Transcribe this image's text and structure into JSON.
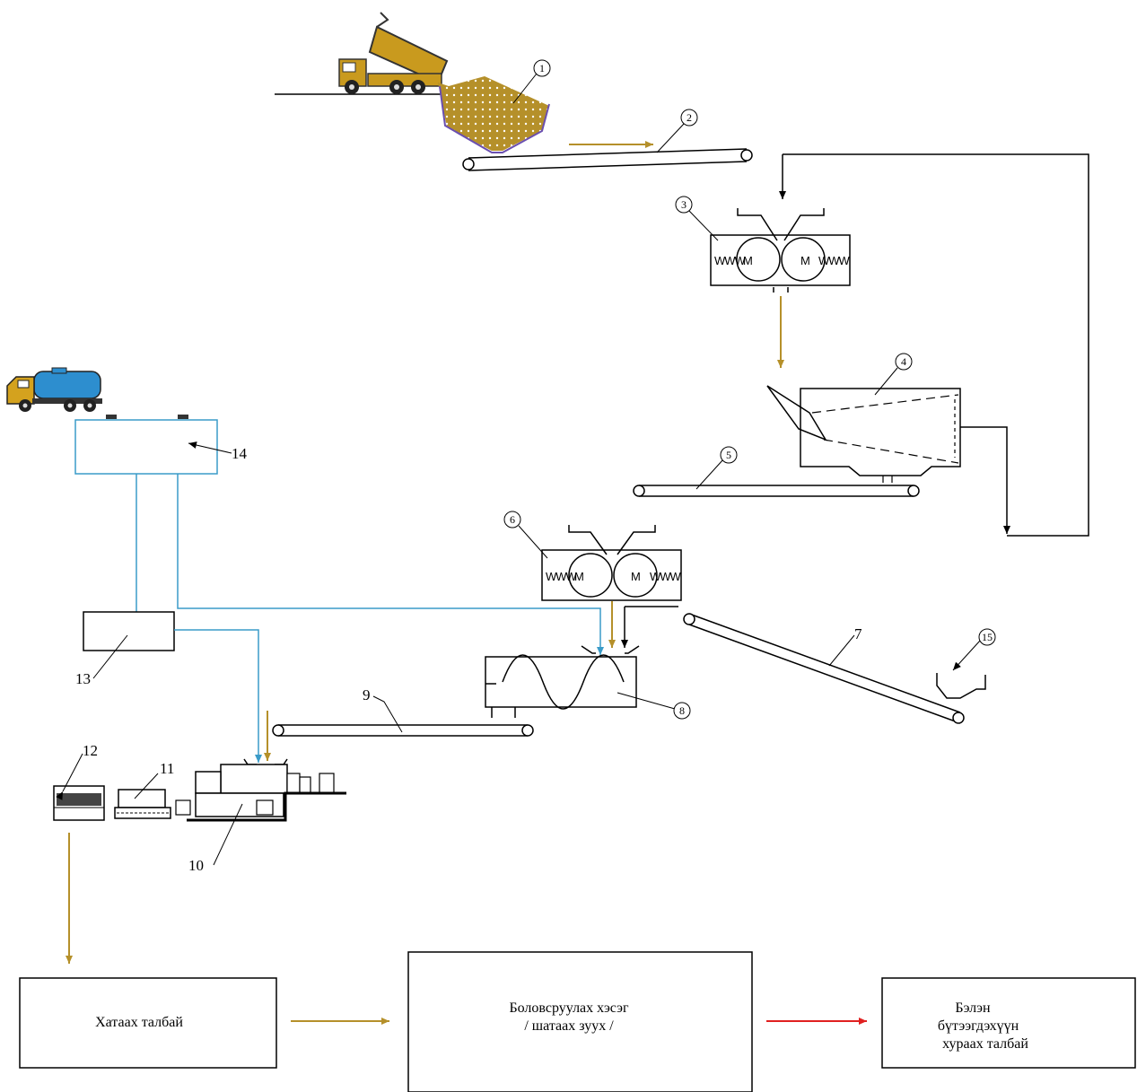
{
  "colors": {
    "material": "#b5902a",
    "water": "#3a9bc8",
    "product": "#e02020",
    "line": "#000000",
    "truck_body": "#d4a21e",
    "tanker_body": "#2d8ecf"
  },
  "equipment_labels": {
    "hopper": "1",
    "conveyor_a": "2",
    "crusher_a": "3",
    "screen": "4",
    "conveyor_b": "5",
    "crusher_b": "6",
    "conveyor_c": "7",
    "mixer": "8",
    "conveyor_d": "9",
    "press": "10",
    "cutter": "11",
    "rack": "12",
    "pump": "13",
    "water_tank": "14",
    "feed_hopper": "15"
  },
  "roller_springs": {
    "left": "WWW",
    "inner_left": "M",
    "inner_right": "M",
    "right": "WWW"
  },
  "process_boxes": {
    "drying": "Хатаах талбай",
    "processing_line1": "Боловсруулах хэсэг",
    "processing_line2": "/ шатаах зуух /",
    "storage_line1": "Бэлэн",
    "storage_line2": "бүтээгдэхүүн",
    "storage_line3": "хураах талбай"
  }
}
